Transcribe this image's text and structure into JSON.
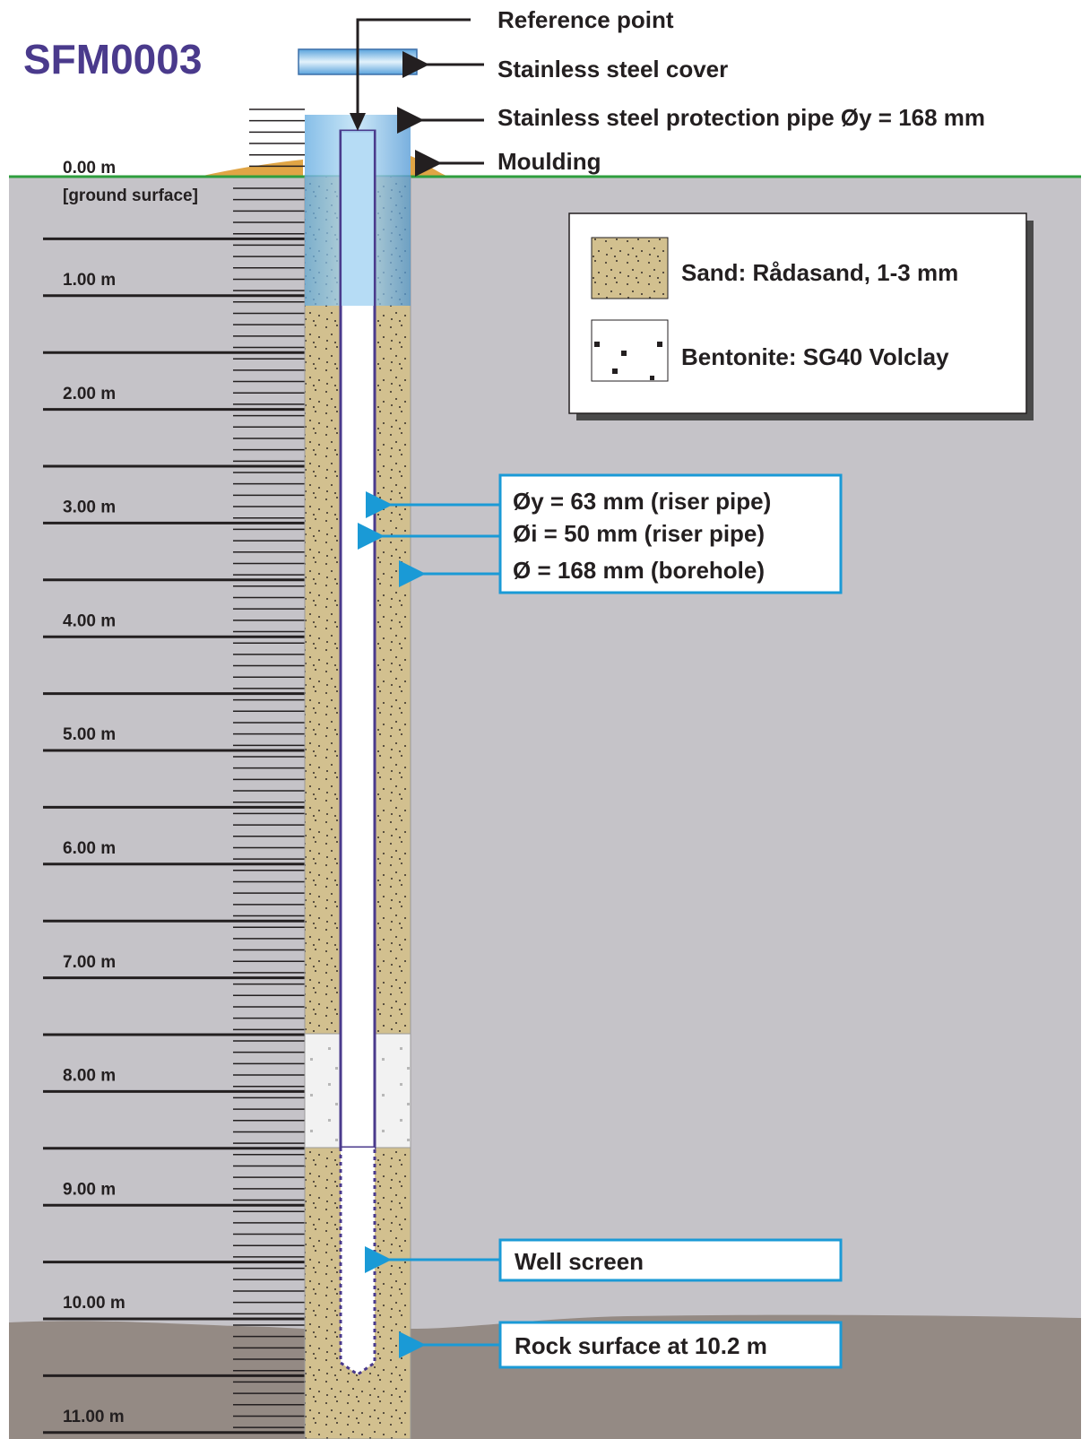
{
  "well_id": "SFM0003",
  "depth_labels": [
    "0.00 m",
    "1.00 m",
    "2.00 m",
    "3.00 m",
    "4.00 m",
    "5.00 m",
    "6.00 m",
    "7.00 m",
    "8.00 m",
    "9.00 m",
    "10.00 m",
    "11.00 m"
  ],
  "ground_surface_label": "[ground surface]",
  "top_labels": {
    "reference_point": "Reference point",
    "cover": "Stainless steel cover",
    "protection_pipe": "Stainless steel protection pipe Øy = 168 mm",
    "moulding": "Moulding"
  },
  "legend": {
    "sand": "Sand: Rådasand, 1-3 mm",
    "bentonite": "Bentonite: SG40 Volclay"
  },
  "dimensions": {
    "outer": "Øy = 63 mm (riser pipe)",
    "inner": "Øi  = 50 mm (riser pipe)",
    "borehole": "Ø = 168 mm (borehole)"
  },
  "well_screen": "Well screen",
  "rock_surface": "Rock surface at 10.2 m",
  "colors": {
    "title": "#4a3a8c",
    "ground_line": "#2e9e3e",
    "soil": "#c5c3c8",
    "rock": "#948a84",
    "sand": "#d2c08f",
    "moulding": "#e0a545",
    "callout": "#1a9ad6",
    "pipe_outline": "#4a3a8c"
  }
}
